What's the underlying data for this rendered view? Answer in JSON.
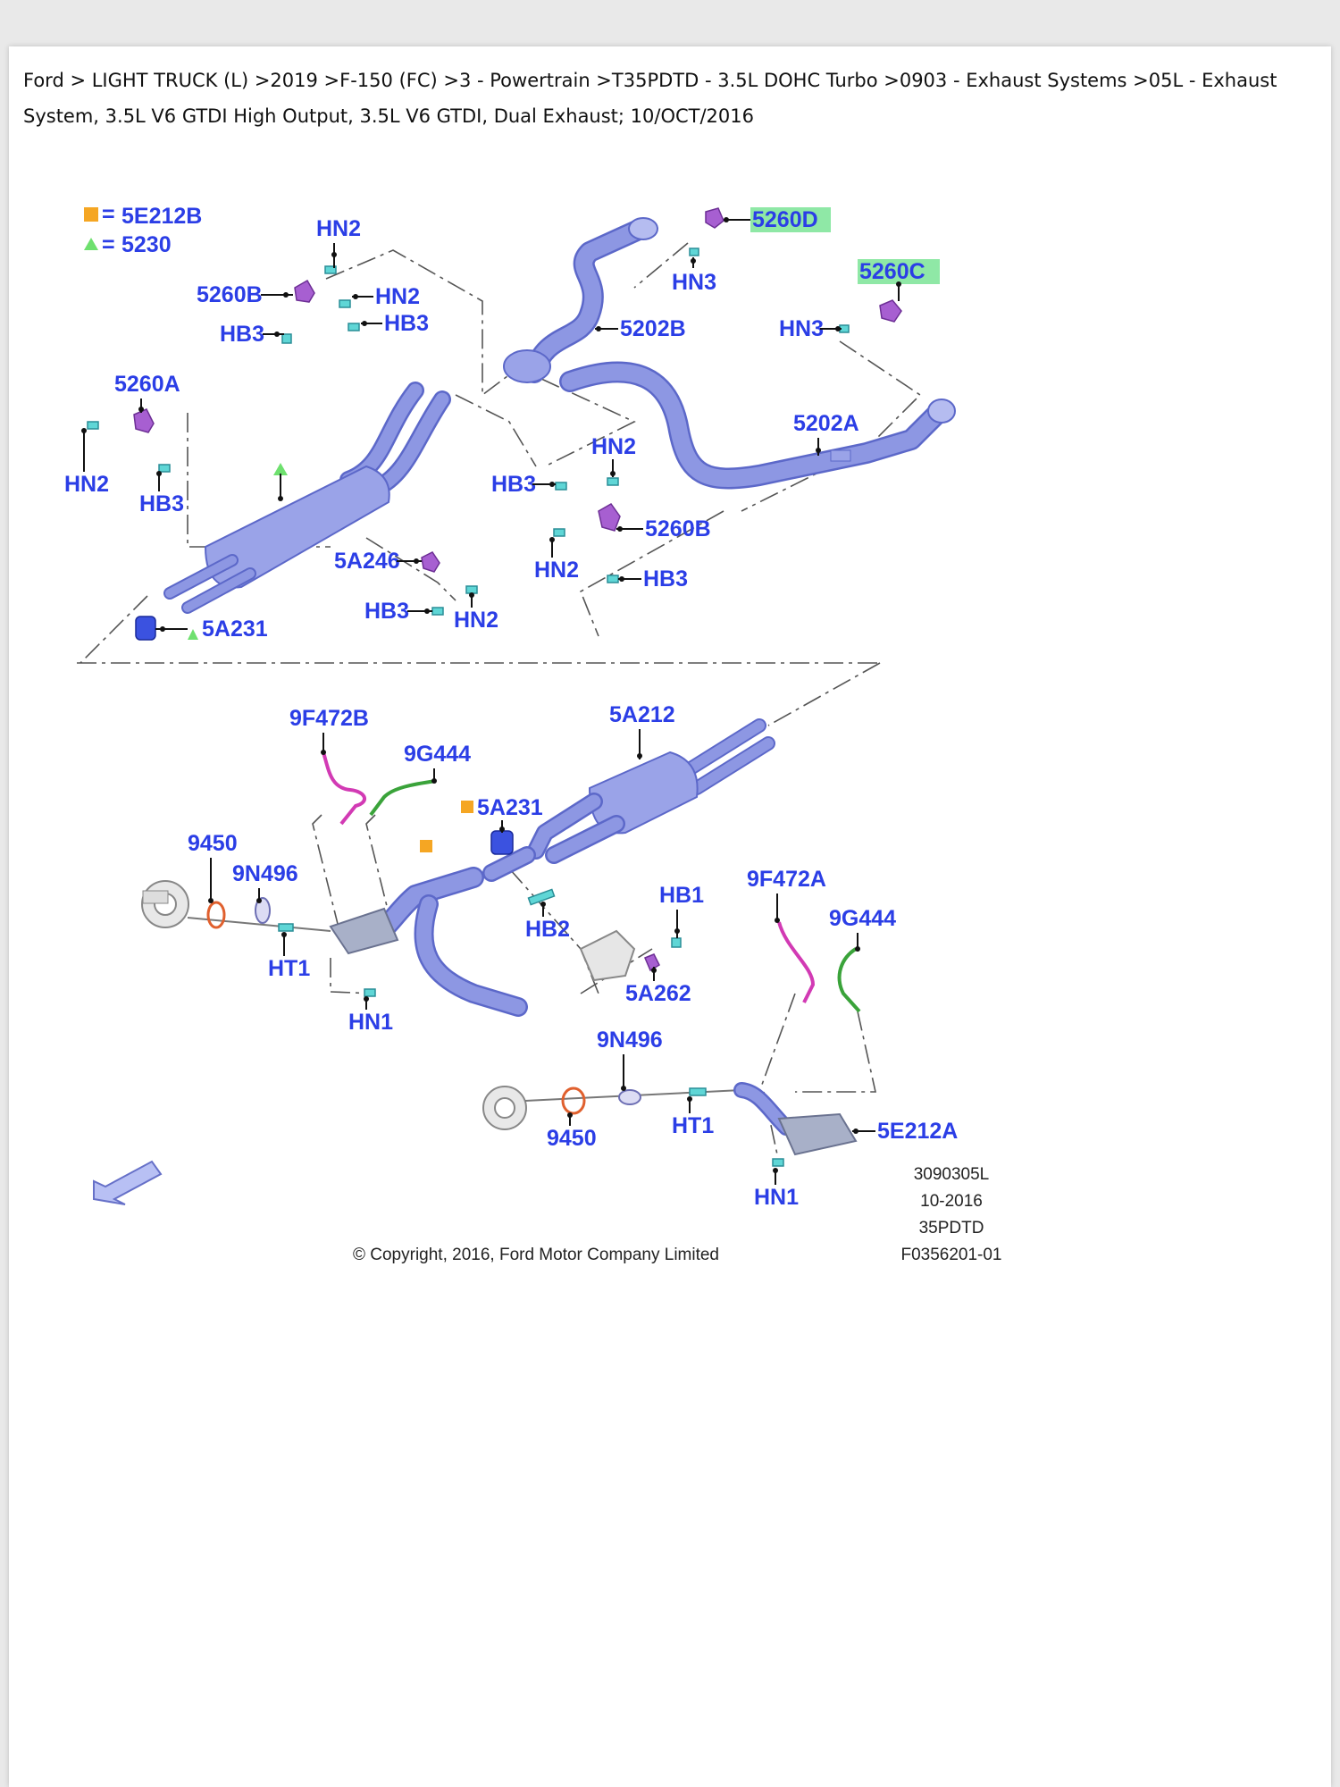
{
  "breadcrumb": "Ford > LIGHT TRUCK (L) >2019 >F-150 (FC) >3 - Powertrain >T35PDTD - 3.5L DOHC Turbo >0903 - Exhaust Systems >05L - Exhaust System, 3.5L V6 GTDI High Output, 3.5L V6 GTDI, Dual Exhaust; 10/OCT/2016",
  "legend": {
    "square_key": "5E212B",
    "triangle_key": "5230",
    "equals": "=",
    "square_color": "#f5a623",
    "triangle_color": "#6ee06e"
  },
  "labels": {
    "l_5260D": "5260D",
    "l_5260C": "5260C",
    "l_HN2_a": "HN2",
    "l_5260B_a": "5260B",
    "l_HN2_b": "HN2",
    "l_HB3_a": "HB3",
    "l_HB3_b": "HB3",
    "l_HN3_a": "HN3",
    "l_5202B": "5202B",
    "l_HN3_b": "HN3",
    "l_5260A": "5260A",
    "l_5202A": "5202A",
    "l_HN2_c": "HN2",
    "l_HB3_c": "HB3",
    "l_HN2_d": "HN2",
    "l_HB3_d": "HB3",
    "l_5260B_b": "5260B",
    "l_HN2_e": "HN2",
    "l_HB3_e": "HB3",
    "l_5A246": "5A246",
    "l_HB3_f": "HB3",
    "l_HN2_f": "HN2",
    "l_5A231_a": "5A231",
    "l_9F472B": "9F472B",
    "l_9G444_a": "9G444",
    "l_5A212": "5A212",
    "l_5A231_b": "5A231",
    "l_9450_a": "9450",
    "l_9N496_a": "9N496",
    "l_HT1_a": "HT1",
    "l_HN1_a": "HN1",
    "l_HB2": "HB2",
    "l_HB1": "HB1",
    "l_5A262": "5A262",
    "l_9F472A": "9F472A",
    "l_9G444_b": "9G444",
    "l_9N496_b": "9N496",
    "l_9450_b": "9450",
    "l_HT1_b": "HT1",
    "l_5E212A": "5E212A",
    "l_HN1_b": "HN1"
  },
  "reference": {
    "line1": "3090305L",
    "line2": "10-2016",
    "line3": "35PDTD",
    "line4": "F0356201-01"
  },
  "copyright": "© Copyright, 2016, Ford Motor Company Limited",
  "colors": {
    "label_blue": "#2b3ee6",
    "pipe": "#8d97e3",
    "hanger": "#a75fd1",
    "clip": "#5fd6d6",
    "highlight": "#8fe8a6",
    "sensor_magenta": "#d23ab4",
    "sensor_green": "#3aa33a",
    "gasket_orange": "#e0602e"
  }
}
